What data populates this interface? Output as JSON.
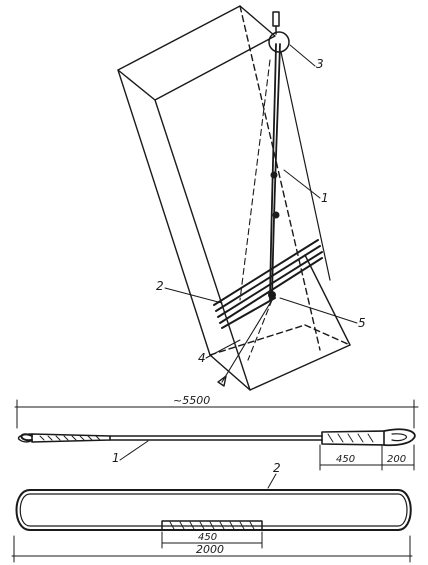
{
  "labels": {
    "callout_3": "3",
    "callout_1_top": "1",
    "callout_2_top": "2",
    "callout_5": "5",
    "callout_4": "4",
    "callout_1_bottom": "1",
    "callout_2_bottom": "2"
  },
  "dimensions": {
    "sling1_length": "~5500",
    "sling1_splice": "450",
    "sling1_eye": "200",
    "sling2_length": "2000",
    "sling2_splice": "450"
  }
}
